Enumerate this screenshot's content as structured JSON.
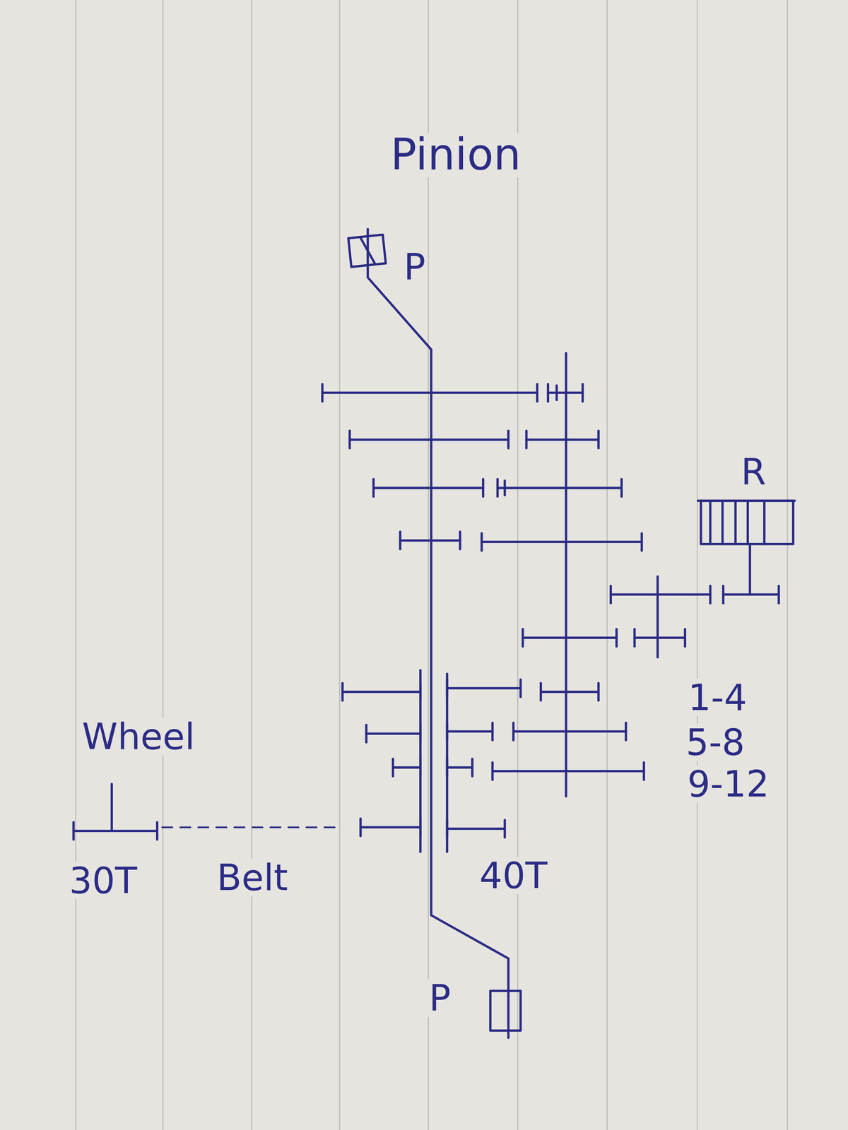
{
  "diagram": {
    "title": "Pinion",
    "labels": [
      "P",
      "R",
      "1-4",
      "5-8",
      "9-12",
      "Wheel",
      "30T",
      "Belt",
      "40T",
      "P"
    ]
  }
}
